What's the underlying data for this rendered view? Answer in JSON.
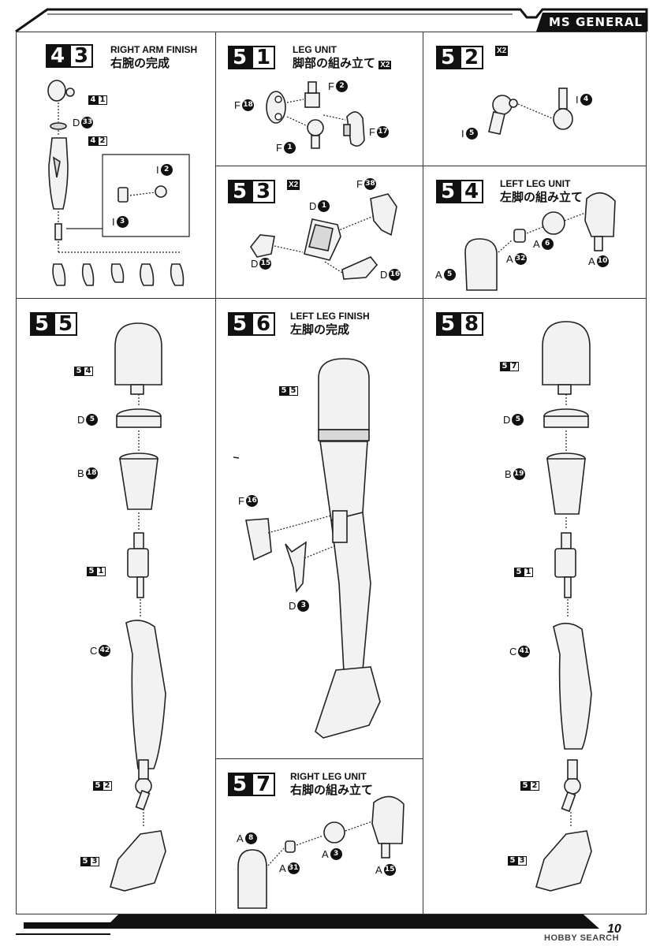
{
  "brand": "MS GENERAL",
  "page_number": "10",
  "watermark": "HOBBY SEARCH",
  "steps": {
    "s43": {
      "n1": "4",
      "n2": "3",
      "title": "RIGHT ARM FINISH",
      "title_jp": "右腕の完成",
      "refs": [
        {
          "a": "4",
          "b": "1"
        },
        {
          "a": "4",
          "b": "2"
        }
      ],
      "labels": [
        "D",
        "I",
        "I"
      ],
      "nums": [
        "33",
        "2",
        "3"
      ]
    },
    "s51": {
      "n1": "5",
      "n2": "1",
      "title": "LEG UNIT",
      "title_jp": "脚部の組み立て",
      "qty": "X2",
      "labels": [
        "F",
        "F",
        "F",
        "F"
      ],
      "nums": [
        "2",
        "18",
        "17",
        "1"
      ]
    },
    "s52": {
      "n1": "5",
      "n2": "2",
      "qty": "X2",
      "labels": [
        "I",
        "I"
      ],
      "nums": [
        "4",
        "5"
      ]
    },
    "s53": {
      "n1": "5",
      "n2": "3",
      "qty": "X2",
      "labels": [
        "F",
        "D",
        "D",
        "D"
      ],
      "nums": [
        "38",
        "1",
        "15",
        "16"
      ]
    },
    "s54": {
      "n1": "5",
      "n2": "4",
      "title": "LEFT LEG UNIT",
      "title_jp": "左脚の組み立て",
      "labels": [
        "A",
        "A",
        "A",
        "A"
      ],
      "nums": [
        "6",
        "32",
        "10",
        "5"
      ]
    },
    "s55": {
      "n1": "5",
      "n2": "5",
      "refs": [
        {
          "a": "5",
          "b": "4"
        },
        {
          "a": "5",
          "b": "1"
        },
        {
          "a": "5",
          "b": "2"
        },
        {
          "a": "5",
          "b": "3"
        }
      ],
      "labels": [
        "D",
        "B",
        "C"
      ],
      "nums": [
        "5",
        "18",
        "42"
      ]
    },
    "s56": {
      "n1": "5",
      "n2": "6",
      "title": "LEFT LEG FINISH",
      "title_jp": "左脚の完成",
      "refs": [
        {
          "a": "5",
          "b": "5"
        }
      ],
      "labels": [
        "F",
        "D"
      ],
      "nums": [
        "16",
        "3"
      ]
    },
    "s57": {
      "n1": "5",
      "n2": "7",
      "title": "RIGHT LEG UNIT",
      "title_jp": "右脚の組み立て",
      "labels": [
        "A",
        "A",
        "A",
        "A"
      ],
      "nums": [
        "8",
        "31",
        "3",
        "15"
      ]
    },
    "s58": {
      "n1": "5",
      "n2": "8",
      "refs": [
        {
          "a": "5",
          "b": "7"
        },
        {
          "a": "5",
          "b": "1"
        },
        {
          "a": "5",
          "b": "2"
        },
        {
          "a": "5",
          "b": "3"
        }
      ],
      "labels": [
        "D",
        "B",
        "C"
      ],
      "nums": [
        "5",
        "19",
        "41"
      ]
    }
  }
}
